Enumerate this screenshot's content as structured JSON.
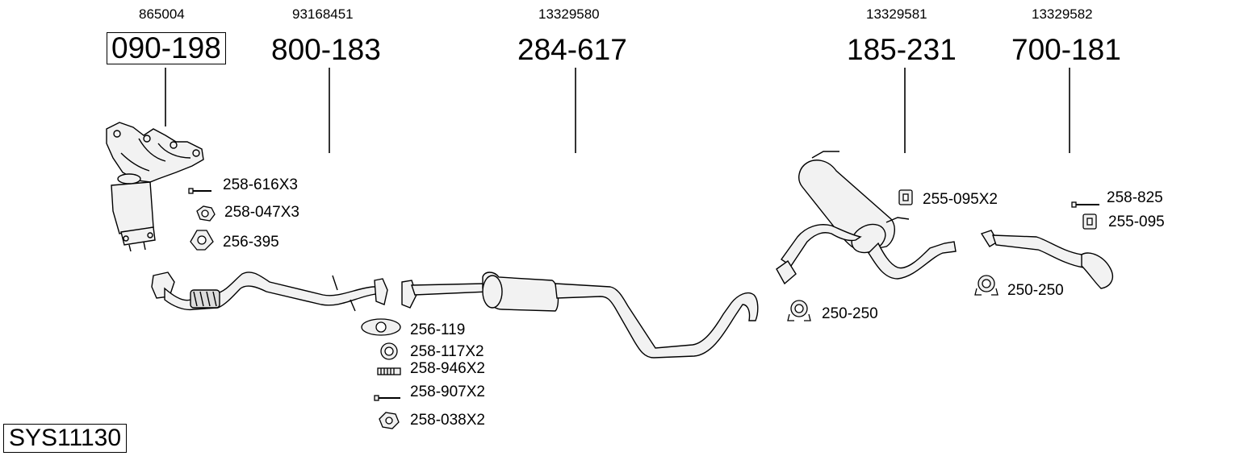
{
  "system_id": "SYS11130",
  "columns": [
    {
      "oem": "865004",
      "part": "090-198",
      "name": "manifold-catalyst"
    },
    {
      "oem": "93168451",
      "part": "800-183",
      "name": "front-pipe"
    },
    {
      "oem": "13329580",
      "part": "284-617",
      "name": "middle-pipe"
    },
    {
      "oem": "13329581",
      "part": "185-231",
      "name": "rear-silencer"
    },
    {
      "oem": "13329582",
      "part": "700-181",
      "name": "tail-pipe"
    }
  ],
  "accessories": [
    {
      "label": "258-616X3",
      "icon": "bolt-icon"
    },
    {
      "label": "258-047X3",
      "icon": "nut-icon"
    },
    {
      "label": "256-395",
      "icon": "gasket-icon"
    },
    {
      "label": "256-119",
      "icon": "gasket-icon"
    },
    {
      "label": "258-117X2",
      "icon": "ring-icon"
    },
    {
      "label": "258-946X2",
      "icon": "spring-icon"
    },
    {
      "label": "258-907X2",
      "icon": "bolt-icon"
    },
    {
      "label": "258-038X2",
      "icon": "nut-icon"
    },
    {
      "label": "255-095X2",
      "icon": "rubber-hanger-icon"
    },
    {
      "label": "250-250",
      "icon": "clamp-icon"
    },
    {
      "label": "258-825",
      "icon": "bolt-icon"
    },
    {
      "label": "255-095",
      "icon": "rubber-hanger-icon"
    },
    {
      "label": "250-250",
      "icon": "clamp-icon"
    }
  ]
}
